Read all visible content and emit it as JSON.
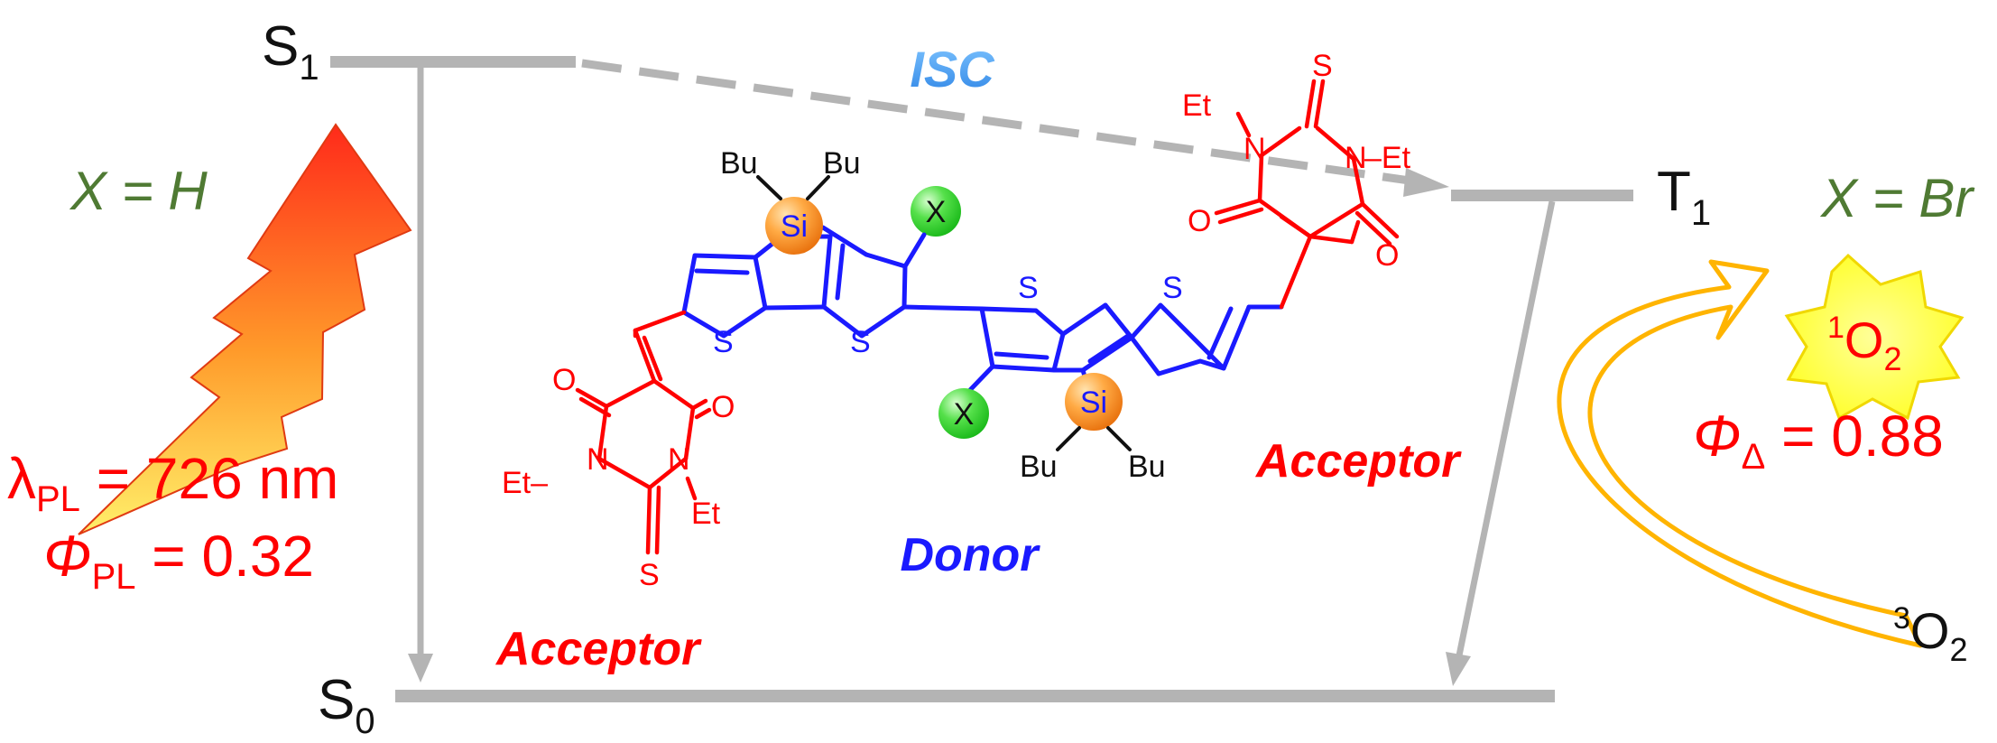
{
  "states": {
    "s1": {
      "base": "S",
      "sub": "1"
    },
    "s0": {
      "base": "S",
      "sub": "0"
    },
    "t1": {
      "base": "T",
      "sub": "1"
    }
  },
  "isc": "ISC",
  "variants": {
    "left": "X = H",
    "right": "X = Br"
  },
  "photoluminescence": {
    "lambda_symbol": "λ",
    "lambda_sub": "PL",
    "lambda_value": " = 726 nm",
    "phi_symbol": "Φ",
    "phi_sub": "PL",
    "phi_value": " = 0.32"
  },
  "singlet_oxygen": {
    "sup": "1",
    "base": "O",
    "sub": "2",
    "phi_symbol": "Φ",
    "phi_sub": "Δ",
    "phi_value": " = 0.88"
  },
  "triplet_oxygen": {
    "sup": "3",
    "base": "O",
    "sub": "2"
  },
  "roles": {
    "donor": "Donor",
    "acceptor_left": "Acceptor",
    "acceptor_right": "Acceptor"
  },
  "atoms": {
    "sulfur": "S",
    "silicon": "Si",
    "butyl": "Bu",
    "substituent": "X",
    "oxygen": "O",
    "nitrogen": "N",
    "ethyl_right": "Et",
    "ethyl_left_prefix": "Et–",
    "ethyl_right_suffix": "–Et"
  },
  "colors": {
    "level": "#b4b4b4",
    "red": "#ff0000",
    "blue": "#1a1aff",
    "green_text": "#4f7a33",
    "isc": "#3b9cf0",
    "si_circle": "#f07f1f",
    "x_circle": "#22cc22",
    "arrow_orange": "#ffb400"
  }
}
